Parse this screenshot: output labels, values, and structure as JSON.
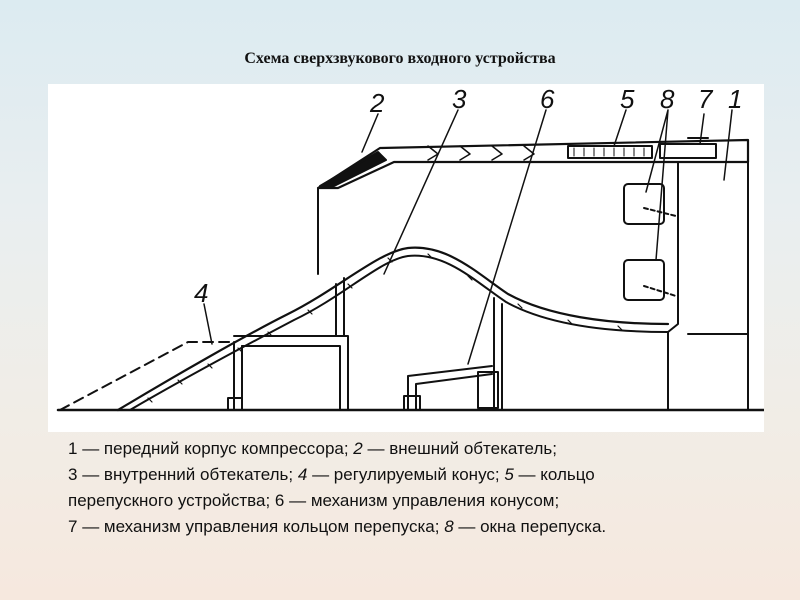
{
  "title": "Схема сверхзвукового входного устройства",
  "diagram": {
    "labels": [
      "2",
      "3",
      "6",
      "5",
      "8",
      "7",
      "1",
      "4"
    ]
  },
  "caption": {
    "line1": {
      "n1": "1",
      "t1": " — передний корпус компрессора; ",
      "n2": "2",
      "t2": " — внешний обтекатель;"
    },
    "line2": {
      "n1": "3",
      "t1": " — внутренний обтекатель; ",
      "n2": "4",
      "t2": " — регулируемый конус; ",
      "n3": "5",
      "t3": " — кольцо"
    },
    "line3": {
      "t1": "перепускного устройства; ",
      "n1": "6",
      "t2": " — механизм управления конусом;"
    },
    "line4": {
      "n1": "7",
      "t1": " — механизм управления кольцом перепуска; ",
      "n2": "8",
      "t2": " — окна перепуска."
    }
  }
}
